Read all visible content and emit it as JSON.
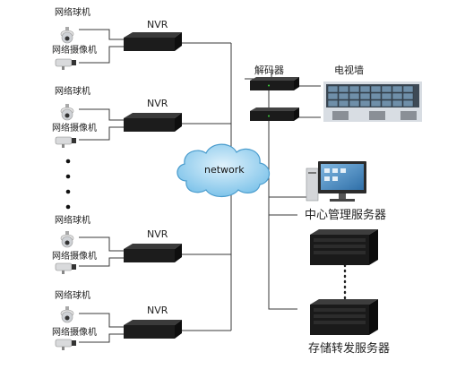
{
  "labels": {
    "dome_camera": "网络球机",
    "bullet_camera": "网络摄像机",
    "nvr": "NVR",
    "network": "network",
    "decoder": "解码器",
    "tv_wall": "电视墙",
    "central_server": "中心管理服务器",
    "storage_server": "存储转发服务器"
  },
  "colors": {
    "line": "#3a3a3a",
    "cloud_fill": "#7fc4ea",
    "cloud_stroke": "#4a9ccd",
    "device_dark": "#1c1c1c"
  }
}
